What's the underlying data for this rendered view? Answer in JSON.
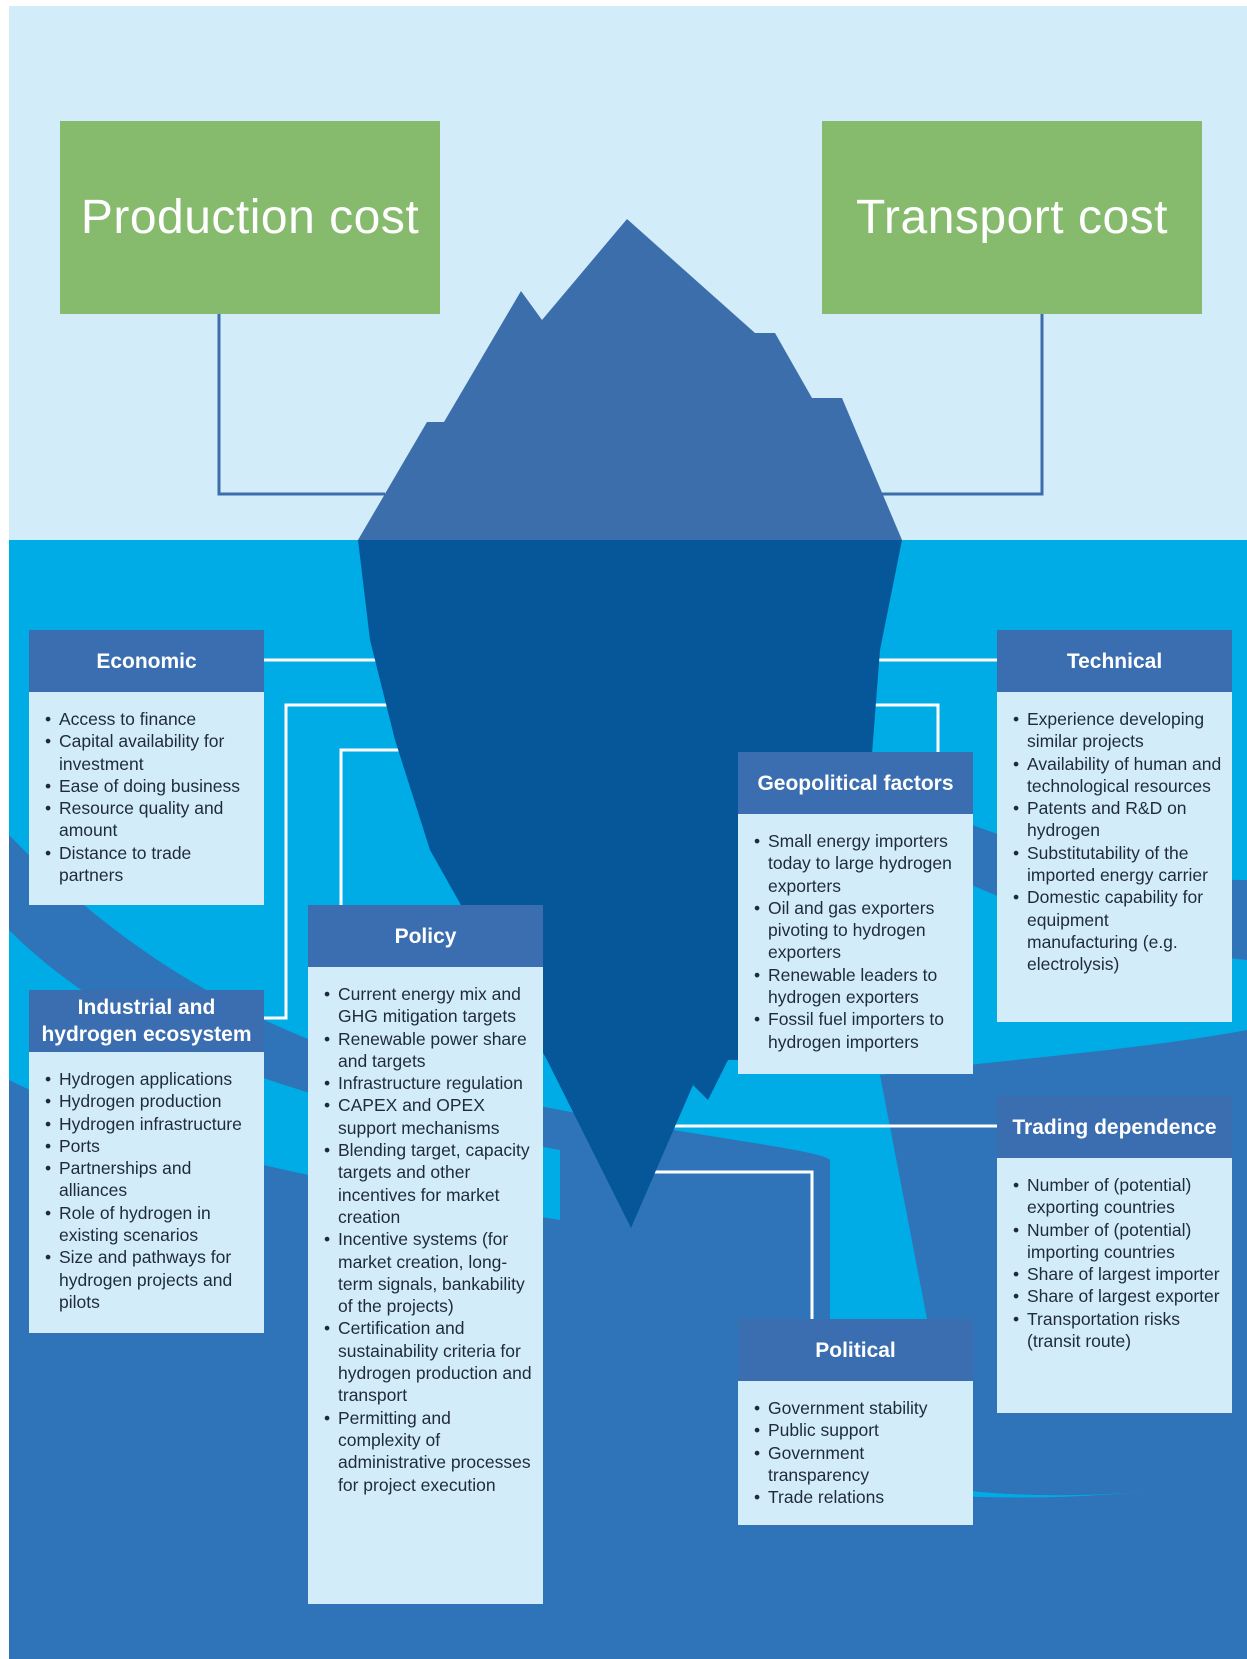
{
  "colors": {
    "sky": "#d3ecfa",
    "water_light": "#00ace6",
    "water_dark": "#2f73b8",
    "iceberg_top": "#3b6eab",
    "iceberg_bottom": "#05579a",
    "green_box": "#86bb6d",
    "card_header": "#3b6eb0",
    "card_body": "#d3ecfa"
  },
  "top_boxes": {
    "production": "Production cost",
    "transport": "Transport cost"
  },
  "cards": {
    "economic": {
      "title": "Economic",
      "items": [
        "Access to finance",
        "Capital availability for investment",
        "Ease of doing business",
        "Resource quality and amount",
        "Distance to trade partners"
      ]
    },
    "industrial": {
      "title": "Industrial and hydrogen ecosystem",
      "items": [
        "Hydrogen applications",
        "Hydrogen production",
        "Hydrogen infrastructure",
        "Ports",
        "Partnerships and alliances",
        "Role of hydrogen in existing scenarios",
        "Size and pathways for hydrogen projects and pilots"
      ]
    },
    "policy": {
      "title": "Policy",
      "items": [
        "Current energy mix and GHG mitigation targets",
        "Renewable power share and targets",
        "Infrastructure regulation",
        "CAPEX and OPEX support mechanisms",
        "Blending target, capacity targets and other incentives for market creation",
        "Incentive systems (for market creation, long-term signals, bankability of the projects)",
        "Certification and sustainability criteria for hydrogen production and transport",
        "Permitting and complexity of administrative processes for project execution"
      ]
    },
    "geopolitical": {
      "title": "Geopolitical factors",
      "items": [
        "Small energy importers today to large hydrogen exporters",
        "Oil and gas exporters pivoting to hydrogen exporters",
        "Renewable leaders to hydrogen exporters",
        "Fossil fuel importers to hydrogen importers"
      ]
    },
    "technical": {
      "title": "Technical",
      "items": [
        "Experience developing similar projects",
        "Availability of human and technological resources",
        "Patents and R&D on hydrogen",
        "Substitutability of the imported energy carrier",
        "Domestic capability for equipment manufacturing (e.g. electrolysis)"
      ]
    },
    "trading": {
      "title": "Trading dependence",
      "items": [
        "Number of (potential) exporting countries",
        "Number of (potential) importing countries",
        "Share of largest importer",
        "Share of largest exporter",
        "Transportation risks (transit route)"
      ]
    },
    "political": {
      "title": "Political",
      "items": [
        "Government stability",
        "Public support",
        "Government transparency",
        "Trade relations"
      ]
    }
  }
}
